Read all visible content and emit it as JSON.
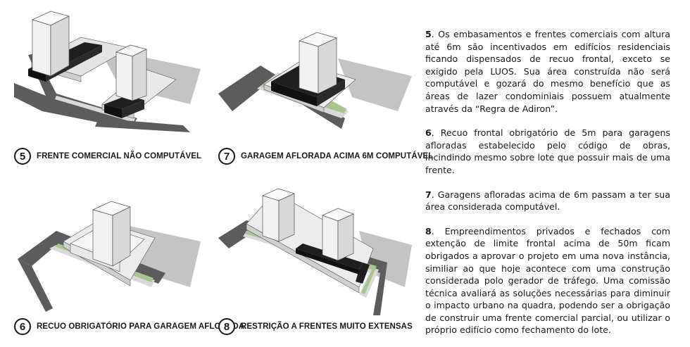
{
  "panels": [
    {
      "id": "p5",
      "number": "5",
      "caption": "FRENTE COMERCIAL NÃO COMPUTÁVEL"
    },
    {
      "id": "p7",
      "number": "7",
      "caption": "GARAGEM AFLORADA ACIMA 6M COMPUTÁVEL"
    },
    {
      "id": "p6",
      "number": "6",
      "caption": "RECUO OBRIGATÓRIO PARA GARAGEM AFLORADA"
    },
    {
      "id": "p8",
      "number": "8",
      "caption": "RESTRIÇÃO A FRENTES MUITO EXTENSAS"
    }
  ],
  "paragraphs": [
    {
      "num": "5",
      "text": ". Os embasamentos e frentes comerciais com altura até 6m são incentivados em edifícios residenciais ficando dispensados de recuo frontal, exceto se exigido pela LUOS. Sua área construída não será computável e gozará do mesmo benefício que as áreas de lazer condominiais possuem atualmente através da “Regra de Adiron”."
    },
    {
      "num": "6",
      "text": ". Recuo frontal obrigatório de 5m para garagens afloradas estabelecido pelo código de obras, incindindo mesmo sobre lote que possuir mais de uma frente."
    },
    {
      "num": "7",
      "text": ". Garagens afloradas acima de 6m passam a ter sua área considerada computável."
    },
    {
      "num": "8",
      "text": ". Empreendimentos privados e fechados com extenção de limite frontal acima de 50m ficam obrigados a aprovar o projeto em uma nova instância, similiar ao que hoje acontece com uma construção considerada polo gerador de tráfego. Uma comissão técnica avaliará as soluções necessárias para diminuir o impacto urbano na quadra, podendo ser a obrigação de construir uma frente comercial parcial, ou utilizar o próprio edifício como fechamento do lote."
    }
  ],
  "colors": {
    "road": "#5c5c5c",
    "road_edge": "#3a3a3a",
    "sidewalk": "#d9d9d9",
    "green_strip": "#a9c48e",
    "building_light": "#f4f4f4",
    "building_side": "#dcdcdc",
    "commercial_dark": "#1f1f1f",
    "shadow": "#bdbdbd"
  }
}
